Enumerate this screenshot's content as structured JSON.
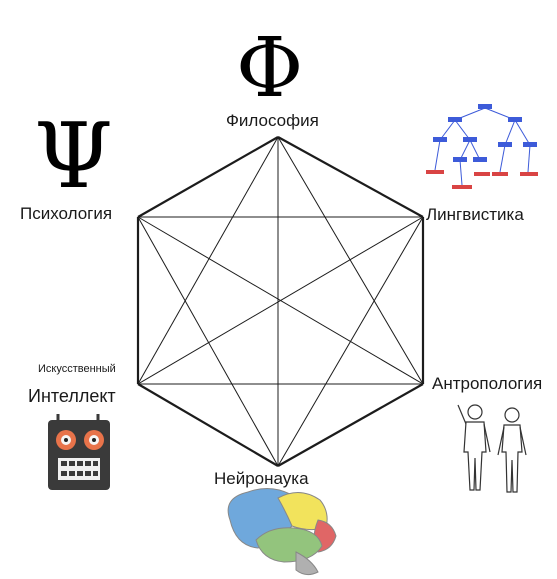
{
  "diagram": {
    "nodes": [
      {
        "id": "philosophy",
        "label": "Философия",
        "symbol": "Φ"
      },
      {
        "id": "linguistics",
        "label": "Лингвистика"
      },
      {
        "id": "anthropology",
        "label": "Антропология"
      },
      {
        "id": "neuroscience",
        "label": "Нейронаука"
      },
      {
        "id": "ai",
        "label": "Интеллект",
        "caption": "Искусственный"
      },
      {
        "id": "psychology",
        "label": "Психология",
        "symbol": "Ψ"
      }
    ],
    "colors": {
      "edge": "#1c1c1c",
      "robot_body": "#3a3a3a",
      "robot_eye": "#e8734a",
      "brain_blue": "#6fa8dc",
      "brain_yellow": "#f2e35c",
      "brain_green": "#93c47d",
      "brain_red": "#e06666",
      "tree_blue": "#3d5bd9",
      "tree_red": "#d94444"
    },
    "icons": [
      "phi-symbol",
      "psi-symbol",
      "syntax-tree-icon",
      "human-figures-icon",
      "brain-icon",
      "robot-icon"
    ]
  }
}
